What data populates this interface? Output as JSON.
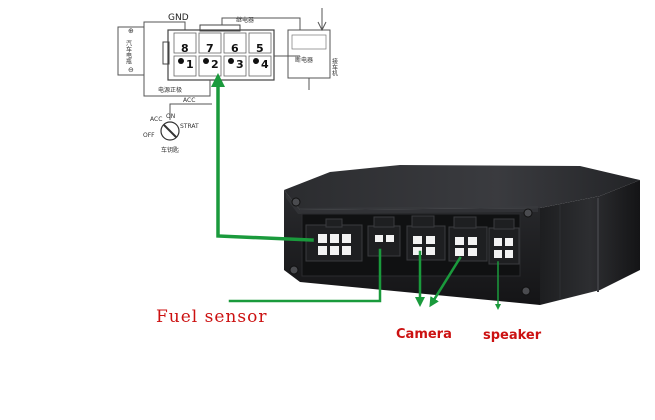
{
  "wiring": {
    "gnd_label": "GND",
    "acc_label": "ACC",
    "pins_top": [
      "8",
      "7",
      "6",
      "5"
    ],
    "pins_bottom": [
      "1",
      "2",
      "3",
      "4"
    ],
    "left_box_text": "汽车电瓶",
    "relay_text": "断电器",
    "relay_side_text": "接车机",
    "relay_top_text": "继电器",
    "bottom_wire_text": "电源正极",
    "key_switch": {
      "acc": "ACC",
      "on": "ON",
      "strat": "STRAT",
      "off": "OFF",
      "caption": "车钥匙"
    }
  },
  "device": {
    "name": "vehicle DVR unit"
  },
  "labels": {
    "fuel_sensor": "Fuel sensor",
    "camera": "Camera",
    "speaker": "speaker"
  },
  "colors": {
    "arrow_green": "#1a9a3c",
    "label_red": "#cc1111",
    "device_body": "#1b1c1e"
  }
}
